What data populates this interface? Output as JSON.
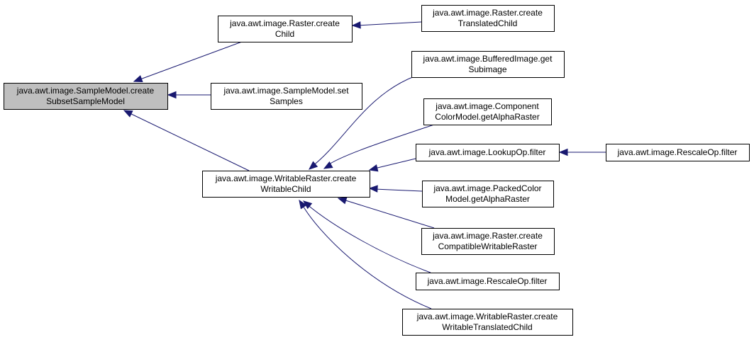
{
  "colors": {
    "highlight_fill": "#bfbfbf",
    "node_fill": "#ffffff",
    "node_border": "#000000",
    "edge": "#191970"
  },
  "nodes": {
    "sm_createSubset": {
      "lines": [
        "java.awt.image.SampleModel.create",
        "SubsetSampleModel"
      ],
      "highlighted": true
    },
    "raster_createChild": {
      "lines": [
        "java.awt.image.Raster.create",
        "Child"
      ]
    },
    "raster_createTranslatedChild": {
      "lines": [
        "java.awt.image.Raster.create",
        "TranslatedChild"
      ]
    },
    "sm_setSamples": {
      "lines": [
        "java.awt.image.SampleModel.set",
        "Samples"
      ]
    },
    "wr_createWritableChild": {
      "lines": [
        "java.awt.image.WritableRaster.create",
        "WritableChild"
      ]
    },
    "bi_getSubimage": {
      "lines": [
        "java.awt.image.BufferedImage.get",
        "Subimage"
      ]
    },
    "ccm_getAlphaRaster": {
      "lines": [
        "java.awt.image.Component",
        "ColorModel.getAlphaRaster"
      ]
    },
    "lookupop_filter": {
      "lines": [
        "java.awt.image.LookupOp.filter"
      ]
    },
    "rescaleop_filter_right": {
      "lines": [
        "java.awt.image.RescaleOp.filter"
      ]
    },
    "pcm_getAlphaRaster": {
      "lines": [
        "java.awt.image.PackedColor",
        "Model.getAlphaRaster"
      ]
    },
    "raster_createCompatible": {
      "lines": [
        "java.awt.image.Raster.create",
        "CompatibleWritableRaster"
      ]
    },
    "rescaleop_filter": {
      "lines": [
        "java.awt.image.RescaleOp.filter"
      ]
    },
    "wr_createWritableTranslated": {
      "lines": [
        "java.awt.image.WritableRaster.create",
        "WritableTranslatedChild"
      ]
    }
  }
}
